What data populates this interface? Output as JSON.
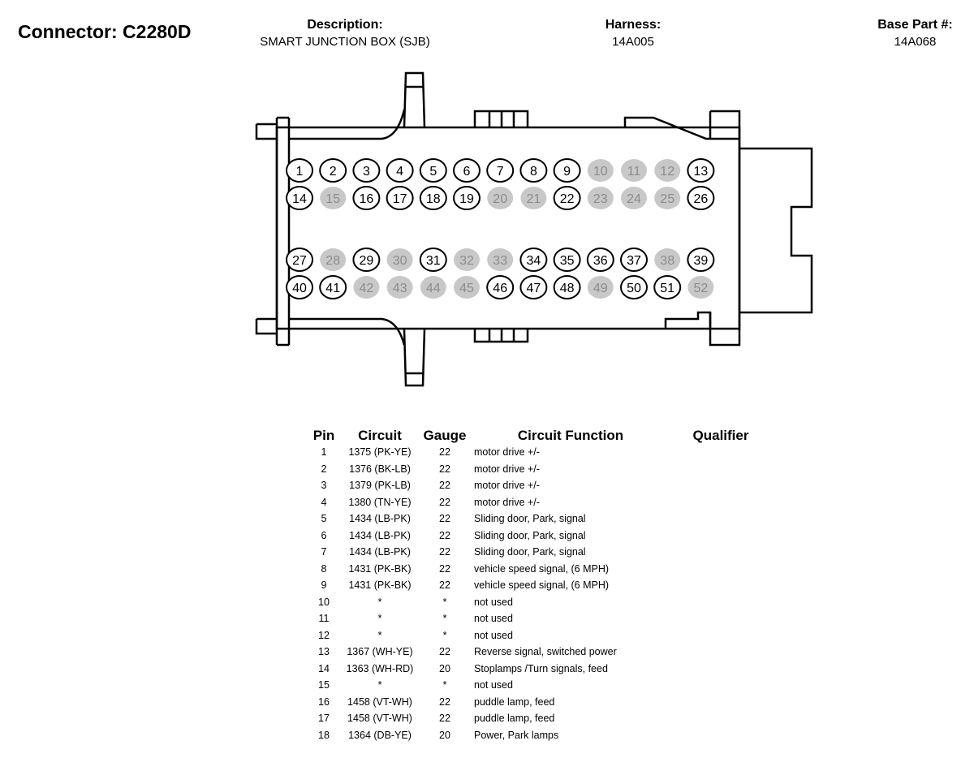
{
  "connector": {
    "label": "Connector: C2280D"
  },
  "description": {
    "label": "Description:",
    "value": "SMART JUNCTION BOX (SJB)"
  },
  "harness": {
    "label": "Harness:",
    "value": "14A005"
  },
  "base_part": {
    "label": "Base Part #:",
    "value": "14A068"
  },
  "diagram": {
    "rows": [
      {
        "pins": [
          "1",
          "2",
          "3",
          "4",
          "5",
          "6",
          "7",
          "8",
          "9",
          "10",
          "11",
          "12",
          "13"
        ],
        "unused": [
          false,
          false,
          false,
          false,
          false,
          false,
          false,
          false,
          false,
          true,
          true,
          true,
          false
        ]
      },
      {
        "pins": [
          "14",
          "15",
          "16",
          "17",
          "18",
          "19",
          "20",
          "21",
          "22",
          "23",
          "24",
          "25",
          "26"
        ],
        "unused": [
          false,
          true,
          false,
          false,
          false,
          false,
          true,
          true,
          false,
          true,
          true,
          true,
          false
        ]
      },
      {
        "pins": [
          "27",
          "28",
          "29",
          "30",
          "31",
          "32",
          "33",
          "34",
          "35",
          "36",
          "37",
          "38",
          "39"
        ],
        "unused": [
          false,
          true,
          false,
          true,
          false,
          true,
          true,
          false,
          false,
          false,
          false,
          true,
          false
        ]
      },
      {
        "pins": [
          "40",
          "41",
          "42",
          "43",
          "44",
          "45",
          "46",
          "47",
          "48",
          "49",
          "50",
          "51",
          "52"
        ],
        "unused": [
          false,
          false,
          true,
          true,
          true,
          true,
          false,
          false,
          false,
          true,
          false,
          false,
          true
        ]
      }
    ],
    "colors": {
      "unused_fill": "#c8c8c8",
      "unused_text": "#8c8c8c",
      "used_stroke": "#000000"
    }
  },
  "table": {
    "headers": {
      "pin": "Pin",
      "circuit": "Circuit",
      "gauge": "Gauge",
      "function": "Circuit Function",
      "qualifier": "Qualifier"
    },
    "rows": [
      {
        "pin": "1",
        "circuit": "1375 (PK-YE)",
        "gauge": "22",
        "function": "motor drive +/-"
      },
      {
        "pin": "2",
        "circuit": "1376 (BK-LB)",
        "gauge": "22",
        "function": "motor drive +/-"
      },
      {
        "pin": "3",
        "circuit": "1379 (PK-LB)",
        "gauge": "22",
        "function": "motor drive +/-"
      },
      {
        "pin": "4",
        "circuit": "1380 (TN-YE)",
        "gauge": "22",
        "function": "motor drive +/-"
      },
      {
        "pin": "5",
        "circuit": "1434 (LB-PK)",
        "gauge": "22",
        "function": "Sliding door, Park, signal"
      },
      {
        "pin": "6",
        "circuit": "1434 (LB-PK)",
        "gauge": "22",
        "function": "Sliding door, Park, signal"
      },
      {
        "pin": "7",
        "circuit": "1434 (LB-PK)",
        "gauge": "22",
        "function": "Sliding door, Park, signal"
      },
      {
        "pin": "8",
        "circuit": "1431 (PK-BK)",
        "gauge": "22",
        "function": "vehicle speed signal, (6 MPH)"
      },
      {
        "pin": "9",
        "circuit": "1431 (PK-BK)",
        "gauge": "22",
        "function": "vehicle speed signal, (6 MPH)"
      },
      {
        "pin": "10",
        "circuit": "*",
        "gauge": "*",
        "function": "not used"
      },
      {
        "pin": "11",
        "circuit": "*",
        "gauge": "*",
        "function": "not used"
      },
      {
        "pin": "12",
        "circuit": "*",
        "gauge": "*",
        "function": "not used"
      },
      {
        "pin": "13",
        "circuit": "1367 (WH-YE)",
        "gauge": "22",
        "function": "Reverse signal, switched power"
      },
      {
        "pin": "14",
        "circuit": "1363 (WH-RD)",
        "gauge": "20",
        "function": "Stoplamps /Turn signals, feed"
      },
      {
        "pin": "15",
        "circuit": "*",
        "gauge": "*",
        "function": "not used"
      },
      {
        "pin": "16",
        "circuit": "1458 (VT-WH)",
        "gauge": "22",
        "function": "puddle lamp, feed"
      },
      {
        "pin": "17",
        "circuit": "1458 (VT-WH)",
        "gauge": "22",
        "function": "puddle lamp, feed"
      },
      {
        "pin": "18",
        "circuit": "1364 (DB-YE)",
        "gauge": "20",
        "function": "Power, Park lamps"
      }
    ]
  }
}
